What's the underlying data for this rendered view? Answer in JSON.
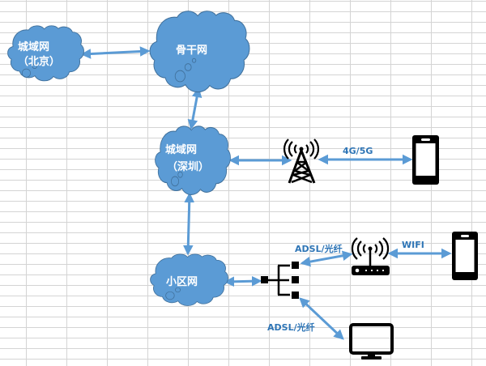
{
  "diagram": {
    "colors": {
      "cloud_fill": "#5b9bd5",
      "cloud_stroke": "#41719c",
      "arrow": "#5b9bd5",
      "label": "#2e75b6",
      "icon": "#000000",
      "grid": "#d4d4d4"
    },
    "nodes": {
      "beijing": {
        "line1": "城域网",
        "line2": "（北京）"
      },
      "backbone": {
        "line1": "骨干网"
      },
      "shenzhen": {
        "line1": "城域网",
        "line2": "（深圳）"
      },
      "community": {
        "line1": "小区网"
      },
      "tower": {
        "icon": "cell-tower-icon"
      },
      "phone_cellular": {
        "icon": "smartphone-icon"
      },
      "hub": {
        "icon": "network-hub-icon"
      },
      "router": {
        "icon": "wifi-router-icon"
      },
      "phone_wifi": {
        "icon": "smartphone-icon"
      },
      "monitor": {
        "icon": "desktop-monitor-icon"
      }
    },
    "edges": [
      {
        "from": "beijing",
        "to": "backbone",
        "label": ""
      },
      {
        "from": "backbone",
        "to": "shenzhen",
        "label": ""
      },
      {
        "from": "shenzhen",
        "to": "tower",
        "label": ""
      },
      {
        "from": "tower",
        "to": "phone_cellular",
        "label": "4G/5G"
      },
      {
        "from": "shenzhen",
        "to": "community",
        "label": ""
      },
      {
        "from": "community",
        "to": "hub",
        "label": ""
      },
      {
        "from": "hub",
        "to": "router",
        "label": "ADSL/光纤"
      },
      {
        "from": "router",
        "to": "phone_wifi",
        "label": "WIFI"
      },
      {
        "from": "hub",
        "to": "monitor",
        "label": "ADSL/光纤"
      }
    ]
  }
}
